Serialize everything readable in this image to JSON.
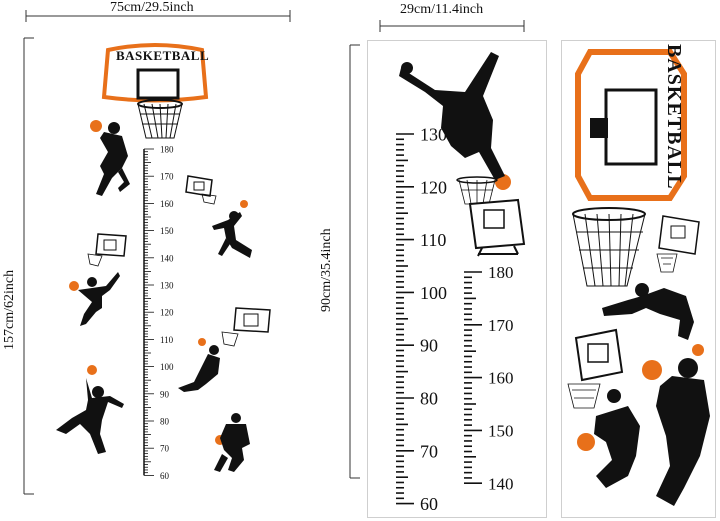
{
  "dimensions": {
    "left_width": "75cm/29.5inch",
    "left_height": "157cm/62inch",
    "mid_width": "29cm/11.4inch",
    "mid_height": "90cm/35.4inch"
  },
  "left_chart": {
    "title": "BASKETBALL",
    "scale_labels": [
      "180",
      "170",
      "160",
      "150",
      "140",
      "130",
      "120",
      "110",
      "100",
      "90",
      "80",
      "70",
      "60"
    ]
  },
  "middle_sheet": {
    "labels_a": [
      "130",
      "120",
      "110",
      "100",
      "90",
      "80",
      "70",
      "60"
    ],
    "labels_b": [
      "180",
      "170",
      "160",
      "150",
      "140"
    ]
  },
  "right_sheet": {
    "title": "BASKETBALL"
  },
  "colors": {
    "accent_orange": "#e8701a",
    "silhouette": "#111111",
    "ball": "#e8701a"
  },
  "icons": [
    "basketball-hoop-icon",
    "player-silhouette-icon",
    "basketball-icon",
    "mini-hoop-icon",
    "net-icon"
  ]
}
